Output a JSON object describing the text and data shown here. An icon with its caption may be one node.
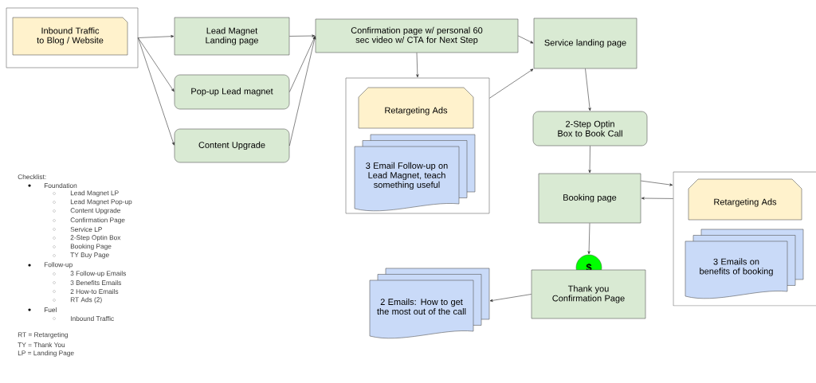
{
  "diagram": {
    "nodes": [
      {
        "text": [],
        "shape": "box"
      },
      {
        "text": [
          "Inbound Traffic to Blog / Website"
        ],
        "in": 0
      },
      {
        "text": [
          "Lead Magnet Landing page"
        ]
      },
      {
        "text": [
          "Pop-up Lead magnet"
        ]
      },
      {
        "text": [
          "Content Upgrade"
        ]
      },
      {
        "text": [
          "Confirmation page w/ personal 60 sec video w/ CTA for Next Step"
        ]
      },
      {
        "text": [],
        "shape": "box"
      },
      {
        "text": [
          "Retargeting Ads"
        ],
        "in": 6
      },
      {
        "text": [
          "3 Email Follow-up on Lead Magnet, teach something useful"
        ],
        "in": 6
      },
      {
        "text": [
          "Service landing page"
        ]
      },
      {
        "text": [
          "2-Step Optin Box to Book Call"
        ]
      },
      {
        "text": [
          "Booking page"
        ]
      },
      {
        "text": [],
        "shape": "box"
      },
      {
        "text": [
          "Retargeting Ads"
        ],
        "in": 12
      },
      {
        "text": [
          "3 Emails on benefits of booking"
        ],
        "in": 12
      },
      {
        "text": [
          "$"
        ]
      },
      {
        "text": [
          "Thank you Confirmation Page"
        ]
      },
      {
        "text": [
          "2 Emails: How to get the most out of the call"
        ]
      }
    ],
    "edges": [
      {
        "from": 0,
        "to": 2,
        "arrow": "to"
      },
      {
        "from": 0,
        "to": 3,
        "arrow": "to"
      },
      {
        "from": 0,
        "to": 4,
        "arrow": "to"
      },
      {
        "from": 2,
        "to": 5,
        "arrow": "to"
      },
      {
        "from": 3,
        "to": 5,
        "arrow": "to"
      },
      {
        "from": 4,
        "to": 5,
        "arrow": "to"
      },
      {
        "from": 5,
        "to": 6,
        "arrow": "to"
      },
      {
        "from": 5,
        "to": 9,
        "arrow": "to"
      },
      {
        "from": 6,
        "to": 9,
        "arrow": "to"
      },
      {
        "from": 9,
        "to": 10,
        "arrow": "to"
      },
      {
        "from": 10,
        "to": 11,
        "arrow": "to"
      },
      {
        "from": 11,
        "to": 12,
        "arrow": "to"
      },
      {
        "from": 12,
        "to": 11,
        "arrow": "to"
      },
      {
        "from": 11,
        "to": 15,
        "arrow": "to"
      },
      {
        "from": 16,
        "to": 17,
        "arrow": "to"
      }
    ],
    "labels": [
      "Checklist:",
      "Foundation",
      "Lead Magnet LP",
      "Lead Magnet Pop-up",
      "Content Upgrade",
      "Confirmation Page",
      "Service LP",
      "2-Step Optin Box",
      "Booking Page",
      "TY Buy Page",
      "Follow-up",
      "3 Follow-up Emails",
      "3 Benefits Emails",
      "2 How-to Emails",
      "RT Ads (2)",
      "Fuel",
      "Inbound Traffic",
      "RT = Retargeting",
      "TY = Thank You",
      "LP = Landing Page"
    ]
  }
}
